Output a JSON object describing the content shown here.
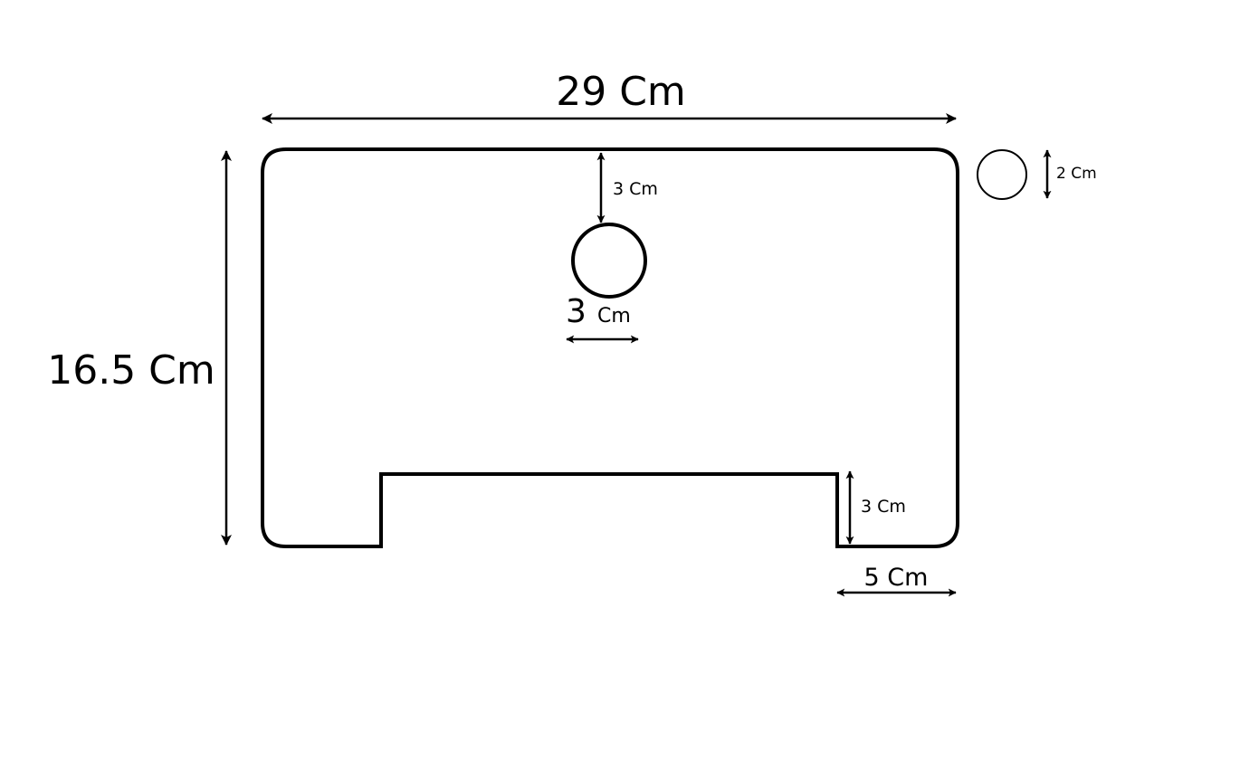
{
  "labels": {
    "total_width": "29 Cm",
    "total_height": "16.5 Cm",
    "hole_top_offset": "3 Cm",
    "hole_diameter_number": "3",
    "hole_diameter_unit": "Cm",
    "small_circle_diameter": "2 Cm",
    "notch_depth": "3 Cm",
    "leg_width": "5 Cm"
  },
  "colors": {
    "stroke": "#000000",
    "background": "#ffffff"
  }
}
